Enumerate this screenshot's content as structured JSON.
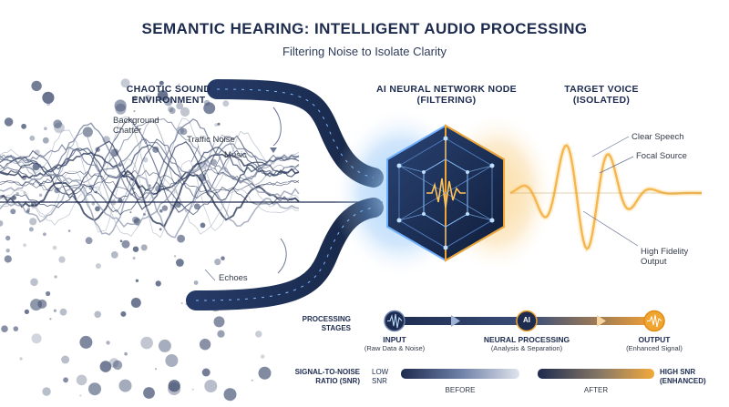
{
  "header": {
    "title": "SEMANTIC HEARING: INTELLIGENT AUDIO PROCESSING",
    "subtitle": "Filtering Noise to Isolate Clarity"
  },
  "sections": {
    "chaotic": "CHAOTIC SOUND\nENVIRONMENT",
    "node": "AI NEURAL NETWORK NODE\n(FILTERING)",
    "target": "TARGET VOICE\n(ISOLATED)"
  },
  "noise_labels": {
    "background": "Background\nChatter",
    "traffic": "Traffic Noise",
    "music": "Music",
    "echoes": "Echoes"
  },
  "voice_labels": {
    "clear": "Clear Speech",
    "focal": "Focal Source",
    "fidelity": "High Fidelity\nOutput"
  },
  "pipeline": {
    "row_label": "PROCESSING\nSTAGES",
    "ai_badge": "AI",
    "stages": [
      {
        "title": "INPUT",
        "sub": "(Raw Data & Noise)"
      },
      {
        "title": "NEURAL PROCESSING",
        "sub": "(Analysis & Separation)"
      },
      {
        "title": "OUTPUT",
        "sub": "(Enhanced Signal)"
      }
    ]
  },
  "snr": {
    "row_label": "SIGNAL-TO-NOISE\nRATIO (SNR)",
    "low": "LOW\nSNR",
    "high": "HIGH SNR\n(ENHANCED)",
    "before": "BEFORE",
    "after": "AFTER"
  },
  "colors": {
    "navy": "#1d2b4f",
    "gold": "#f0a531",
    "glow_blue": "#5aa8ff"
  }
}
